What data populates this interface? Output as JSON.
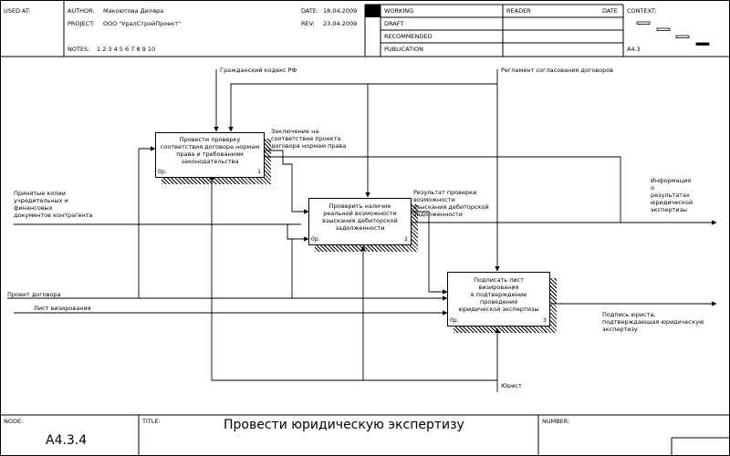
{
  "header": {
    "used_at_label": "USED AT:",
    "author_label": "AUTHOR:",
    "author_value": "Макоютова Диляра",
    "project_label": "PROJECT:",
    "project_value": "ООО \"УралСтройПроект\"",
    "notes_label": "NOTES:",
    "notes_value": "1  2  3  4  5  6  7  8  9  10",
    "date_label": "DATE:",
    "date_value": "18.04.2009",
    "rev_label": "REV:",
    "rev_value": "23.04.2009",
    "status": [
      "WORKING",
      "DRAFT",
      "RECOMMENDED",
      "PUBLICATION"
    ],
    "reader_label": "READER",
    "date2_label": "DATE",
    "context_label": "CONTEXT:",
    "context_node": "A4.3"
  },
  "boxes": [
    {
      "label": "Провести проверку\nсоответствия договора нормам\nправа и требованиям\nзаконодательства",
      "cost": "0р.",
      "num": "1"
    },
    {
      "label": "Проверить наличие\nреальной возможности\nвзыскания дебиторской\nзадолженности",
      "cost": "0р.",
      "num": "2"
    },
    {
      "label": "Подписать лист\nвизирования\nв подтверждение\nпроведения\nюридической экспертизы",
      "cost": "0р.",
      "num": "3"
    }
  ],
  "arrows": {
    "civil_code": "Гражданский кодекс РФ",
    "regulation": "Регламент согласования договоров",
    "conclusion": "Заключение на\nсоответствие проекта\nдоговора нормам права",
    "documents": "Принятые копии\nучредительных и\nфинансовых\nдокументов контрагента",
    "check_result": "Результат проверки\nвозможности\nвзыскания дебиторской\nзадолженности",
    "information": "Информация\nо\nрезультатах\nюридической\nэкспертизы",
    "contract_draft": "Проект договора",
    "approval_sheet": "Лист визирования",
    "signature": "Подпись юриста,\nподтверждающая юридическую\nэкспертизу",
    "lawyer": "Юрист"
  },
  "footer": {
    "node_label": "NODE:",
    "node_value": "A4.3.4",
    "title_label": "TITLE:",
    "title_value": "Провести юридическую экспертизу",
    "number_label": "NUMBER:"
  }
}
